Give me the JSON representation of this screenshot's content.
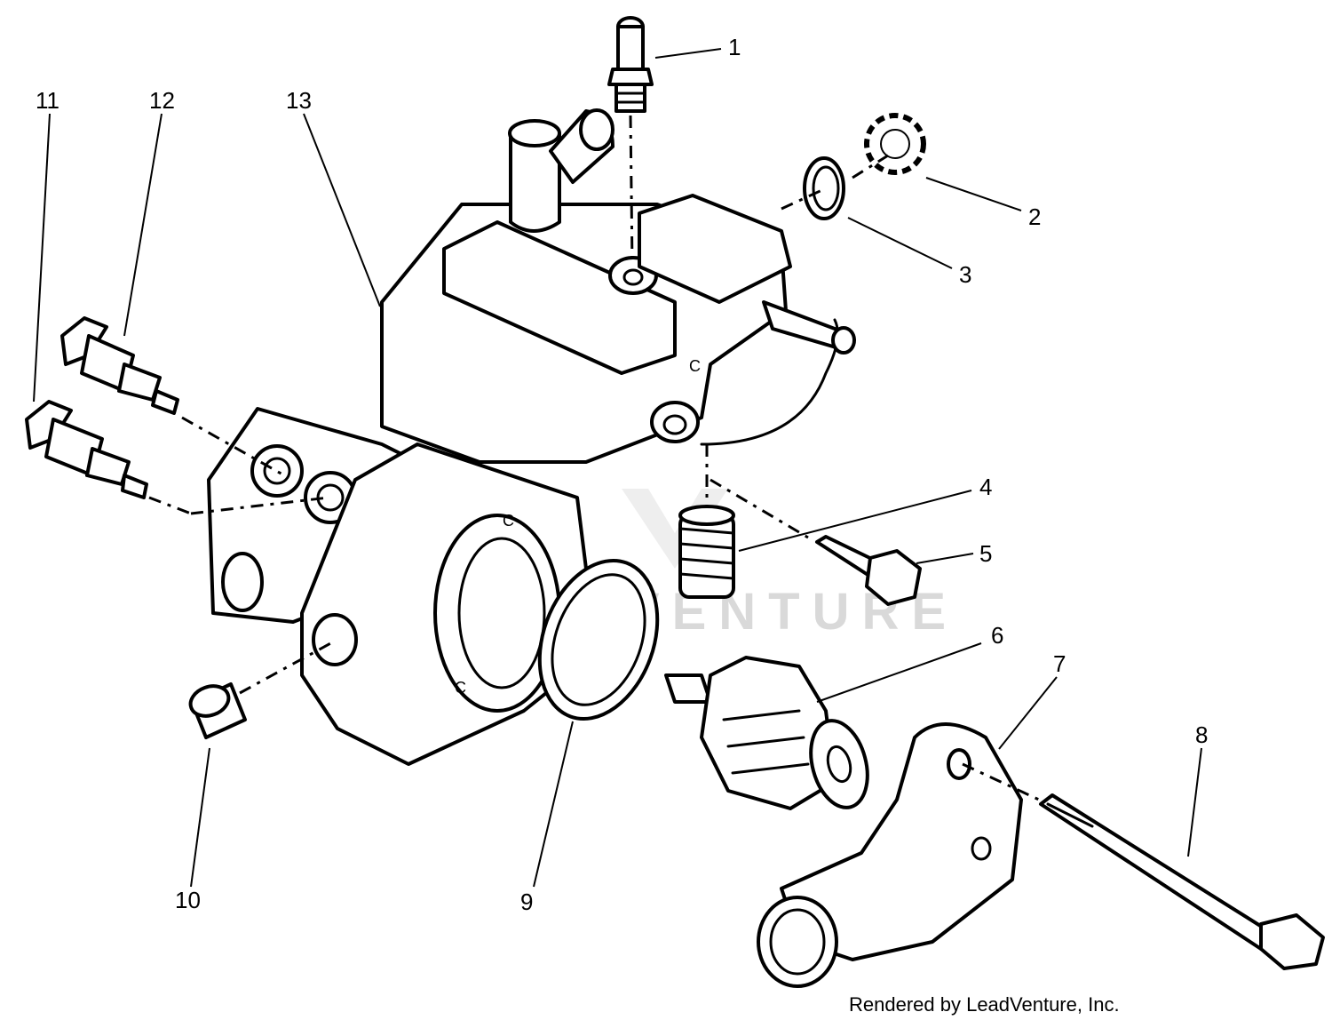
{
  "callouts": [
    {
      "id": "1",
      "label": "1",
      "part": "bleed-screw"
    },
    {
      "id": "2",
      "label": "2",
      "part": "lock-washer"
    },
    {
      "id": "3",
      "label": "3",
      "part": "o-ring"
    },
    {
      "id": "4",
      "label": "4",
      "part": "spring"
    },
    {
      "id": "5",
      "label": "5",
      "part": "cap-screw"
    },
    {
      "id": "6",
      "label": "6",
      "part": "thermostat"
    },
    {
      "id": "7",
      "label": "7",
      "part": "thermostat-housing-outlet"
    },
    {
      "id": "8",
      "label": "8",
      "part": "bolt"
    },
    {
      "id": "9",
      "label": "9",
      "part": "seal-ring"
    },
    {
      "id": "10",
      "label": "10",
      "part": "plug"
    },
    {
      "id": "11",
      "label": "11",
      "part": "temperature-sensor-lower"
    },
    {
      "id": "12",
      "label": "12",
      "part": "temperature-sensor-upper"
    },
    {
      "id": "13",
      "label": "13",
      "part": "thermostat-housing"
    }
  ],
  "watermark": "LEADVENTURE",
  "credit": "Rendered by LeadVenture, Inc."
}
